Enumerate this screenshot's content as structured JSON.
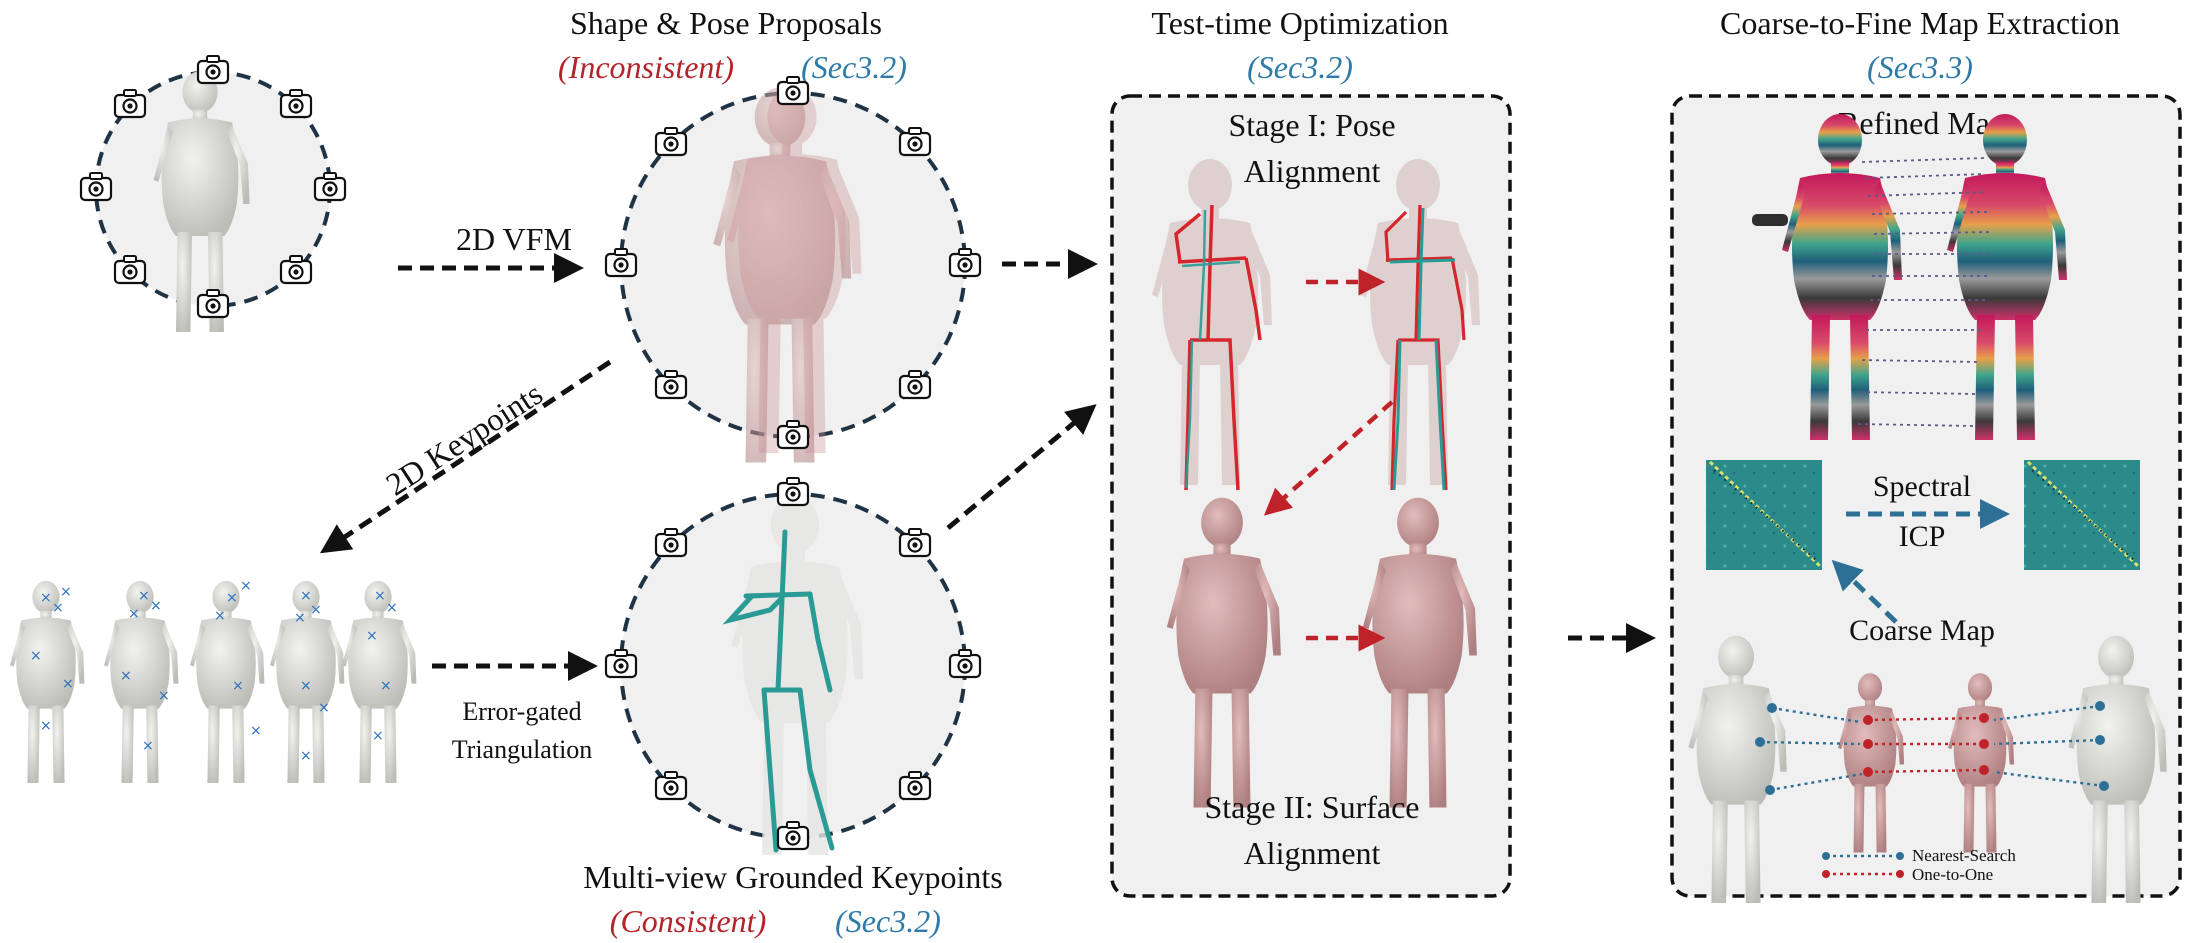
{
  "titles": {
    "proposals": "Shape & Pose Proposals",
    "proposals_tag_red": "(Inconsistent)",
    "proposals_tag_blue": "(Sec3.2)",
    "tto": "Test-time Optimization",
    "tto_tag": "(Sec3.2)",
    "extraction": "Coarse-to-Fine Map Extraction",
    "extraction_tag": "(Sec3.3)",
    "grounded": "Multi-view Grounded Keypoints",
    "grounded_tag_red": "(Consistent)",
    "grounded_tag_blue": "(Sec3.2)"
  },
  "arrows": {
    "vfm": "2D VFM",
    "keypoints": "2D Keypoints",
    "triangulation_line1": "Error-gated",
    "triangulation_line2": "Triangulation"
  },
  "tto": {
    "stage1_line1": "Stage I: Pose",
    "stage1_line2": "Alignment",
    "stage2_line1": "Stage II: Surface",
    "stage2_line2": "Alignment"
  },
  "extraction": {
    "refined": "Refined Map",
    "spectral_line1": "Spectral",
    "spectral_line2": "ICP",
    "coarse": "Coarse Map",
    "legend_blue": "Nearest-Search",
    "legend_red": "One-to-One"
  },
  "colors": {
    "red": "#b3242a",
    "blue": "#2e7aa8",
    "dash": "#1f3345",
    "panel": "#f0f0f0",
    "mesh_gray": "#dcdcd8",
    "mesh_pink": "#c99b9b",
    "teal": "#2a9a95"
  },
  "icons": [
    "camera-icon",
    "body-mesh-icon",
    "skeleton-icon",
    "correspondence-matrix-icon"
  ]
}
